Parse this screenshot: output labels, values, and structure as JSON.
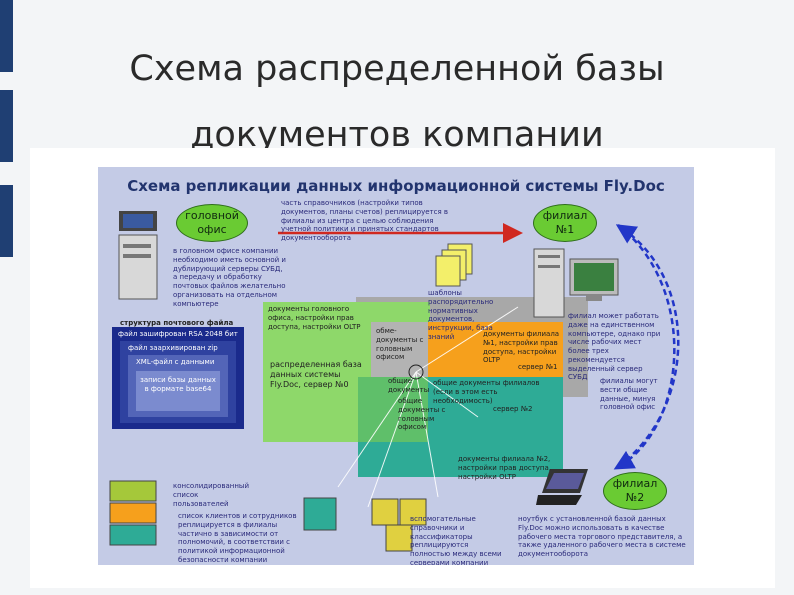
{
  "slide": {
    "title_line1": "Схема распределенной базы",
    "title_line2": "документов компании"
  },
  "diagram": {
    "title": "Схема репликации данных информационной системы Fly.Doc",
    "nodes": {
      "head_office": "головной офис",
      "branch1": "филиал №1",
      "branch2": "филиал №2"
    },
    "texts": {
      "top_arrow_note": "часть справочников (настройки типов документов, планы счетов) реплицируется в филиалы из центра с целью соблюдения учетной политики и принятых стандартов документооборота",
      "head_office_note": "в головном офисе компании необходимо иметь основной и дублирующий серверы СУБД, а передачу и обработку почтовых файлов желательно организовать на отдельном компьютере",
      "templates_note": "шаблоны распорядительно нормативных документов, инструкции, база знаний",
      "mail_file_header": "структура почтового файла",
      "mail_layers": [
        "файл зашифрован RSA 2048 бит",
        "файл заархивирован zip",
        "XML-файл с данными",
        "записи базы данных в формате base64"
      ],
      "docs_head_office": "документы головного офиса, настройки прав доступа, настройки OLTP",
      "shared_docs1": "обме-документы с головным офисом",
      "distributed_db": "распределенная база данных системы Fly.Doc, сервер №0",
      "docs_branch1": "документы филиала №1, настройки прав доступа, настройки OLTP",
      "server1": "сервер №1",
      "common_docs": "общие документы",
      "common_docs_branches": "общие документы филиалов (если в этом есть необходимость)",
      "shared_docs2": "общие документы с головным офисом",
      "server2": "сервер №2",
      "docs_branch2": "документы филиала №2, настройки прав доступа, настройки OLTP",
      "branch1_note": "филиал может работать даже на единственном компьютере, однако при числе рабочих мест более трех рекомендуется выделенный сервер СУБД",
      "branches_note": "филиалы могут вести общие данные, минуя головной офис",
      "users_list": "консолидированный список пользователей",
      "clients_note": "список клиентов и сотрудников реплицируется в филиалы частично в зависимости от полномочий, в соответствии с политикой информационной безопасности компании",
      "refs_note": "вспомогательные справочники и классификаторы реплицируются полностью между всеми серверами компании",
      "laptop_note": "ноутбук с установленной базой данных Fly.Doc можно использовать в качестве рабочего места торгового представителя, а также удаленного рабочего места в системе документооборота"
    },
    "colors": {
      "background": "#c4cbe6",
      "region_gray": "#a8a8a8",
      "region_green": "#8ed86a",
      "region_orange": "#f6a01c",
      "region_teal": "#2eab96",
      "ellipse": "#6acb33",
      "arrow_red": "#d02820",
      "arrow_blue": "#2236c8",
      "mail_frame": "#1a2a8c"
    }
  }
}
